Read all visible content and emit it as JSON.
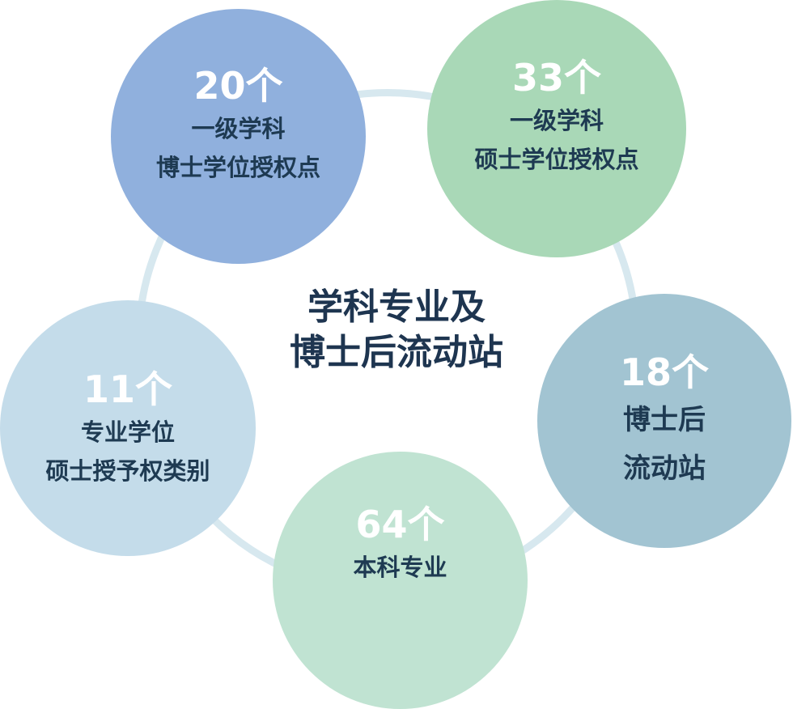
{
  "title": {
    "line1": "学科专业及",
    "line2": "博士后流动站"
  },
  "items": [
    {
      "count": "20个",
      "lines": [
        "一级学科",
        "博士学位授权点"
      ],
      "color": "#90b0dd"
    },
    {
      "count": "33个",
      "lines": [
        "一级学科",
        "硕士学位授权点"
      ],
      "color": "#a9d8b7"
    },
    {
      "count": "18个",
      "lines": [
        "博士后",
        "流动站"
      ],
      "color": "#a2c4d2"
    },
    {
      "count": "64个",
      "lines": [
        "本科专业"
      ],
      "color": "#c0e3d2"
    },
    {
      "count": "11个",
      "lines": [
        "专业学位",
        "硕士授予权类别"
      ],
      "color": "#c4dcea"
    }
  ]
}
